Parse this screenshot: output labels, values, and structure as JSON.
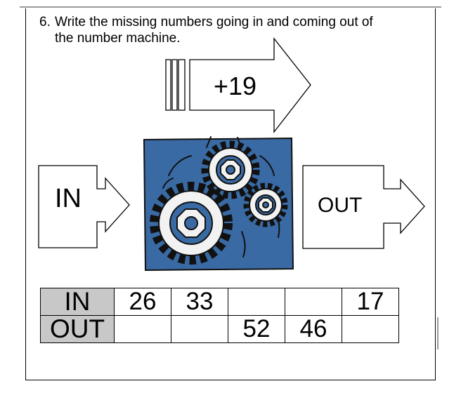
{
  "question": {
    "number": "6.",
    "line1": "Write the missing numbers going in and coming out of",
    "line2": "the number machine."
  },
  "machine": {
    "input_label": "IN",
    "operation": "+19",
    "output_label": "OUT",
    "icons": [
      "gears-icon"
    ],
    "colors": {
      "machine_fill": "#3a6aa3",
      "gear_fill": "#f2f2f2",
      "header_fill": "#c8c8c8"
    }
  },
  "table": {
    "in_header": "IN",
    "out_header": "OUT",
    "in_values": [
      "26",
      "33",
      "",
      "",
      "17"
    ],
    "out_values": [
      "",
      "",
      "52",
      "46",
      ""
    ]
  }
}
